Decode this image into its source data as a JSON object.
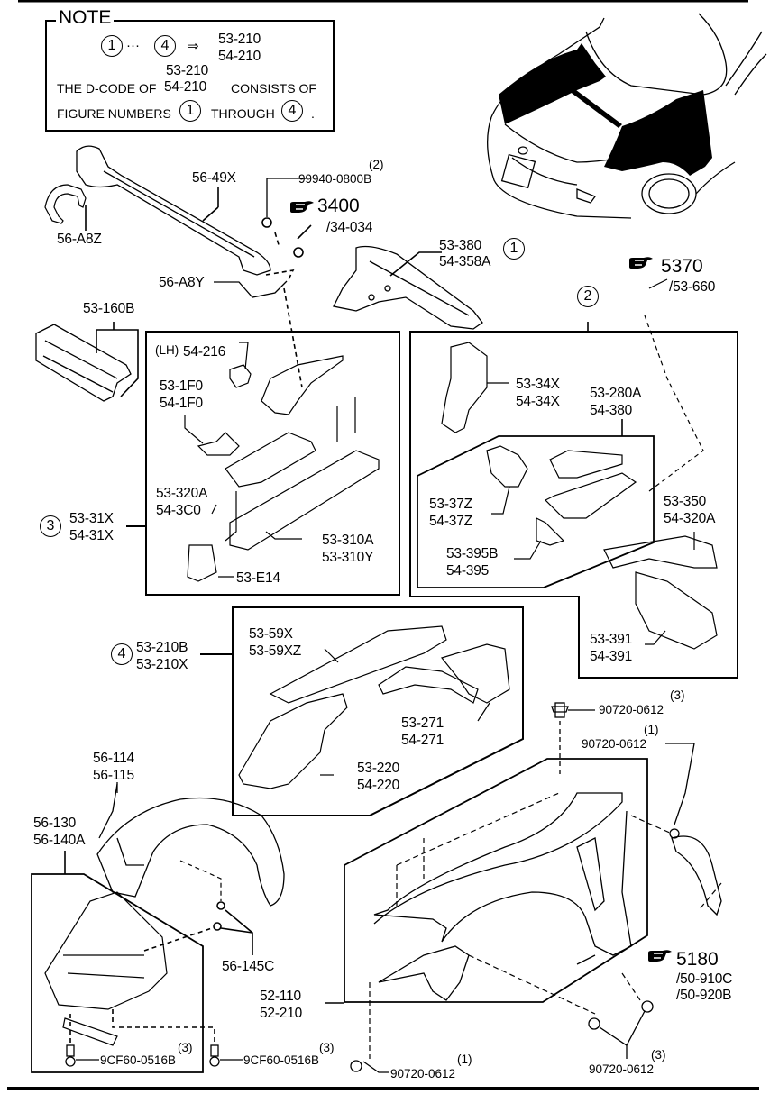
{
  "note": {
    "title": "NOTE",
    "range_start": "1",
    "range_dots": "···",
    "range_end": "4",
    "arrow": "⇒",
    "code_a": "53-210",
    "code_b": "54-210",
    "line1_prefix": "THE D-CODE OF",
    "line1_code_a": "53-210",
    "line1_code_b": "54-210",
    "line1_suffix": "CONSISTS OF",
    "line2_prefix": "FIGURE NUMBERS",
    "line2_from": "1",
    "line2_mid": "THROUGH",
    "line2_to": "4",
    "line2_end": "."
  },
  "groups": {
    "g1": "1",
    "g2": "2",
    "g3": "3",
    "g4": "4"
  },
  "refs": {
    "r3400": {
      "num": "3400",
      "sub": "/34-034"
    },
    "r5370": {
      "num": "5370",
      "sub": "/53-660"
    },
    "r5180": {
      "num": "5180",
      "sub1": "/50-910C",
      "sub2": "/50-920B"
    }
  },
  "parts": {
    "p56_49x": "56-49X",
    "p56_a8z": "56-A8Z",
    "p99940_qty": "(2)",
    "p99940": "99940-0800B",
    "p56_a8y": "56-A8Y",
    "p53_380": "53-380",
    "p54_358a": "54-358A",
    "p53_160b": "53-160B",
    "lh": "(LH)",
    "p54_216": "54-216",
    "p53_1f0": "53-1F0",
    "p54_1f0": "54-1F0",
    "p53_320a": "53-320A",
    "p54_3c0": "54-3C0",
    "p53_31x": "53-31X",
    "p54_31x": "54-31X",
    "p53_310a": "53-310A",
    "p53_310y": "53-310Y",
    "p53_e14": "53-E14",
    "p53_34x": "53-34X",
    "p54_34x": "54-34X",
    "p53_280a": "53-280A",
    "p54_380": "54-380",
    "p53_37z": "53-37Z",
    "p54_37z": "54-37Z",
    "p53_395b": "53-395B",
    "p54_395": "54-395",
    "p53_350": "53-350",
    "p54_320a": "54-320A",
    "p53_391": "53-391",
    "p54_391": "54-391",
    "p53_210b": "53-210B",
    "p53_210x": "53-210X",
    "p53_59x": "53-59X",
    "p53_59xz": "53-59XZ",
    "p53_271": "53-271",
    "p54_271": "54-271",
    "p53_220": "53-220",
    "p54_220": "54-220",
    "p90720_a_qty": "(3)",
    "p90720_a": "90720-0612",
    "p90720_b_qty": "(1)",
    "p90720_b": "90720-0612",
    "p56_114": "56-114",
    "p56_115": "56-115",
    "p56_130": "56-130",
    "p56_140a": "56-140A",
    "p56_145c": "56-145C",
    "p52_110": "52-110",
    "p52_210": "52-210",
    "p9cf60_a_qty": "(3)",
    "p9cf60_a": "9CF60-0516B",
    "p9cf60_b_qty": "(3)",
    "p9cf60_b": "9CF60-0516B",
    "p90720_c_qty": "(1)",
    "p90720_c": "90720-0612",
    "p90720_d_qty": "(3)",
    "p90720_d": "90720-0612"
  }
}
